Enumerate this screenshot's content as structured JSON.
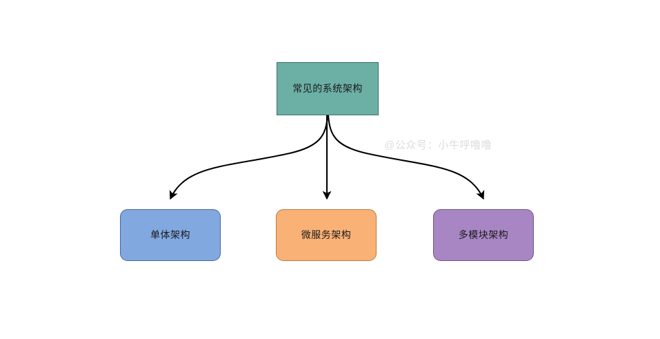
{
  "diagram": {
    "type": "tree-flowchart",
    "background_color": "#ffffff",
    "root": {
      "label": "常见的系统架构",
      "fill_color": "#6BAFA5",
      "border_color": "#3f6f68",
      "shape": "rectangle"
    },
    "children": [
      {
        "label": "单体架构",
        "fill_color": "#82A8E0",
        "border_color": "#46679b",
        "shape": "rounded-rectangle"
      },
      {
        "label": "微服务架构",
        "fill_color": "#F9B176",
        "border_color": "#b97b42",
        "shape": "rounded-rectangle"
      },
      {
        "label": "多模块架构",
        "fill_color": "#A886C4",
        "border_color": "#6f5187",
        "shape": "rounded-rectangle"
      }
    ],
    "edges": [
      {
        "from": "常见的系统架构",
        "to": "单体架构",
        "style": "curved-arrow"
      },
      {
        "from": "常见的系统架构",
        "to": "微服务架构",
        "style": "straight-arrow"
      },
      {
        "from": "常见的系统架构",
        "to": "多模块架构",
        "style": "curved-arrow"
      }
    ],
    "edge_color": "#000000",
    "watermark": "@公众号：小牛呼噜噜",
    "watermark_color": "#dcdcdc"
  }
}
